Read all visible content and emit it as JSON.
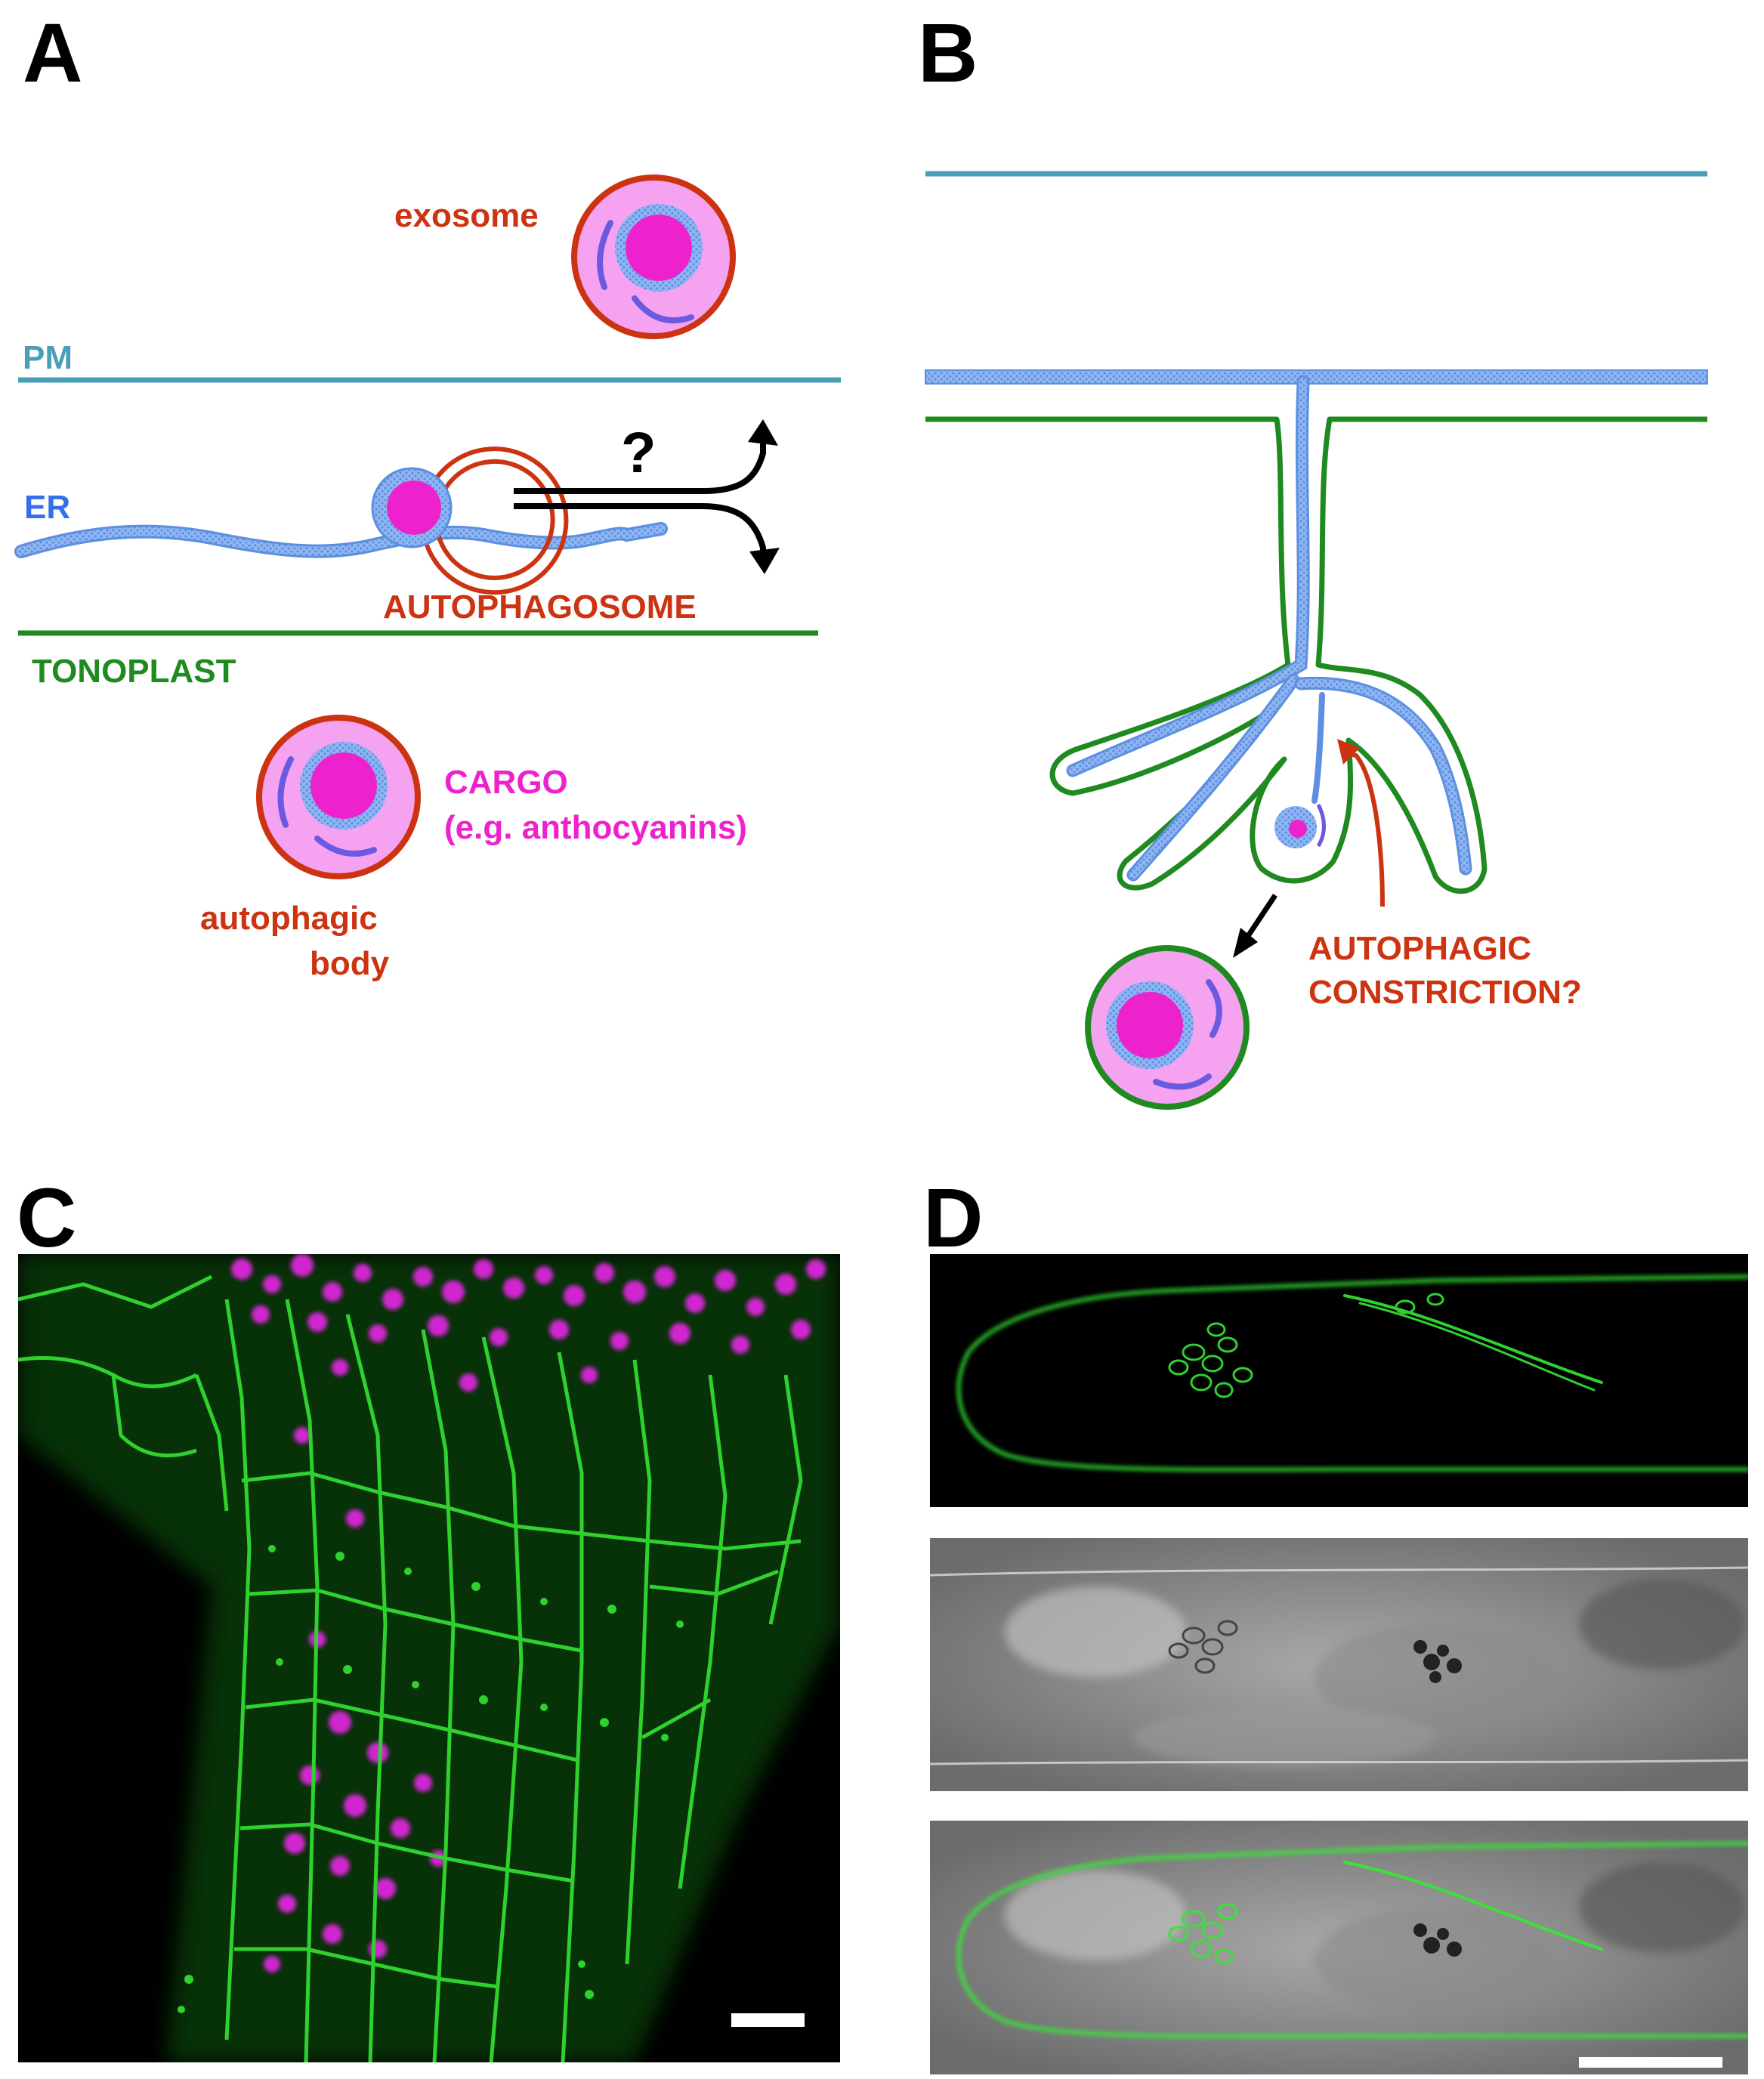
{
  "panels": {
    "a": {
      "letter": "A",
      "exosome": "exosome",
      "pm": "PM",
      "er": "ER",
      "question": "?",
      "autophagosome": "AUTOPHAGOSOME",
      "tonoplast": "TONOPLAST",
      "cargo": "CARGO",
      "cargo_example": "(e.g. anthocyanins)",
      "autophagic_body_1": "autophagic",
      "autophagic_body_2": "body"
    },
    "b": {
      "letter": "B",
      "constriction_1": "AUTOPHAGIC",
      "constriction_2": "CONSTRICTION?"
    },
    "c": {
      "letter": "C"
    },
    "d": {
      "letter": "D"
    }
  },
  "colors": {
    "pm": "#4a9fb8",
    "er": "#7aa9ee",
    "tonoplast": "#1f8a1f",
    "autophagy_red": "#cc3311",
    "cargo_magenta": "#ee22cc",
    "cargo_pink": "#f5a3f0",
    "membrane_purple": "#6a5ae0",
    "fluor_green": "#2fd12f",
    "fluor_magenta": "#d028d0"
  }
}
